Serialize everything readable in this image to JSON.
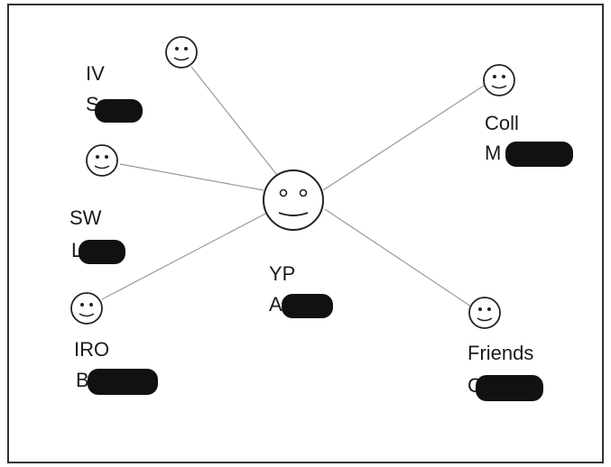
{
  "diagram": {
    "center": {
      "role": "YP",
      "name_initial": "A"
    },
    "nodes": [
      {
        "id": "iv",
        "role": "IV",
        "name_initial": "S"
      },
      {
        "id": "sw",
        "role": "SW",
        "name_initial": "L"
      },
      {
        "id": "iro",
        "role": "IRO",
        "name_initial": "B"
      },
      {
        "id": "coll",
        "role": "Coll",
        "name_initial": "M"
      },
      {
        "id": "friends",
        "role": "Friends",
        "name_initial": "C"
      }
    ],
    "colors": {
      "line": "#9a9a9a",
      "border": "#333333",
      "redaction": "#111111"
    },
    "icon": "smiley-face-icon"
  }
}
